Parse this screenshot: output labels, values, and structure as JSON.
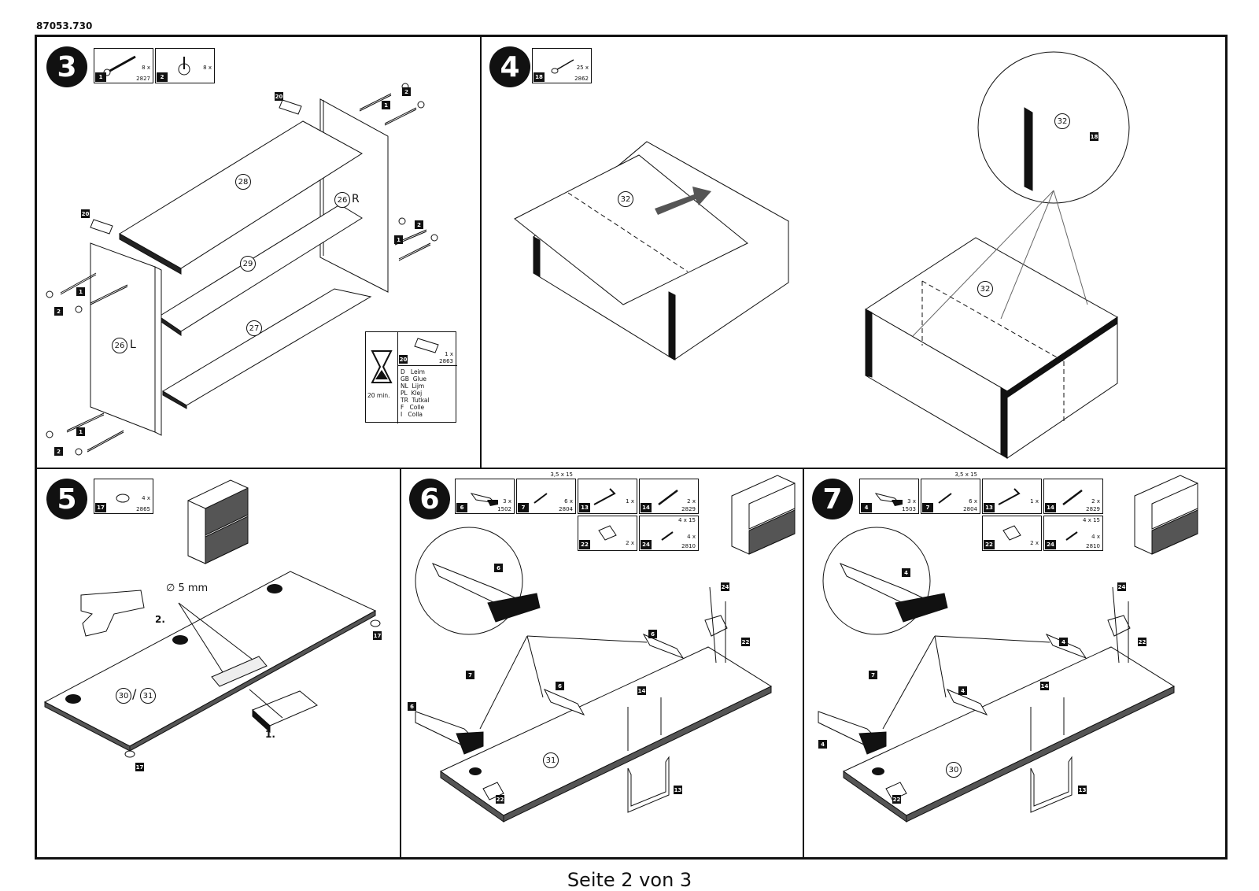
{
  "document": {
    "id": "87053.730",
    "footer": "Seite 2 von 3"
  },
  "step3": {
    "number": "3",
    "parts": [
      {
        "num": "1",
        "qty": "8 x",
        "code": "2827"
      },
      {
        "num": "2",
        "qty": "8 x",
        "code": ""
      }
    ],
    "labels": {
      "p28": "28",
      "p29": "29",
      "p27": "27",
      "p26r": "26",
      "r": "R",
      "p26l": "26",
      "l": "L"
    },
    "tags": [
      "20",
      "20",
      "2",
      "1",
      "2",
      "1",
      "1",
      "2",
      "1",
      "2"
    ],
    "glue_box": {
      "part_num": "20",
      "qty": "1 x",
      "code": "2863",
      "time": "20 min.",
      "translations": "D   Leim\nGB  Glue\nNL  Lijm\nPL  Klej\nTR  Tutkal\nF   Colle\nI   Colla"
    }
  },
  "step4": {
    "number": "4",
    "parts": [
      {
        "num": "18",
        "qty": "25 x",
        "code": "2862"
      }
    ],
    "labels": {
      "p32a": "32",
      "p32b": "32",
      "p32c": "32",
      "t18": "18"
    }
  },
  "step5": {
    "number": "5",
    "parts": [
      {
        "num": "17",
        "qty": "4 x",
        "code": "2865"
      }
    ],
    "drill": "∅ 5 mm",
    "step_2": "2.",
    "step_1": "1.",
    "board_a": "30",
    "board_b": "31",
    "tag17": "17"
  },
  "step6": {
    "number": "6",
    "parts": [
      {
        "num": "6",
        "qty": "3 x",
        "code": "1502",
        "dim": ""
      },
      {
        "num": "7",
        "qty": "6 x",
        "code": "2804",
        "dim": "3,5 x 15"
      },
      {
        "num": "13",
        "qty": "1 x",
        "code": "",
        "dim": ""
      },
      {
        "num": "14",
        "qty": "2 x",
        "code": "2829",
        "dim": ""
      },
      {
        "num": "22",
        "qty": "2 x",
        "code": "",
        "dim": ""
      },
      {
        "num": "24",
        "qty": "4 x",
        "code": "2810",
        "dim": "4 x 15"
      }
    ],
    "board": "31",
    "tags": [
      "6",
      "6",
      "6",
      "6",
      "7",
      "14",
      "24",
      "22",
      "22",
      "13"
    ]
  },
  "step7": {
    "number": "7",
    "parts": [
      {
        "num": "4",
        "qty": "3 x",
        "code": "1503",
        "dim": ""
      },
      {
        "num": "7",
        "qty": "6 x",
        "code": "2804",
        "dim": "3,5 x 15"
      },
      {
        "num": "13",
        "qty": "1 x",
        "code": "",
        "dim": ""
      },
      {
        "num": "14",
        "qty": "2 x",
        "code": "2829",
        "dim": ""
      },
      {
        "num": "22",
        "qty": "2 x",
        "code": "",
        "dim": ""
      },
      {
        "num": "24",
        "qty": "4 x",
        "code": "2810",
        "dim": "4 x 15"
      }
    ],
    "board": "30",
    "tags": [
      "4",
      "4",
      "4",
      "4",
      "7",
      "14",
      "24",
      "22",
      "22",
      "13"
    ]
  }
}
